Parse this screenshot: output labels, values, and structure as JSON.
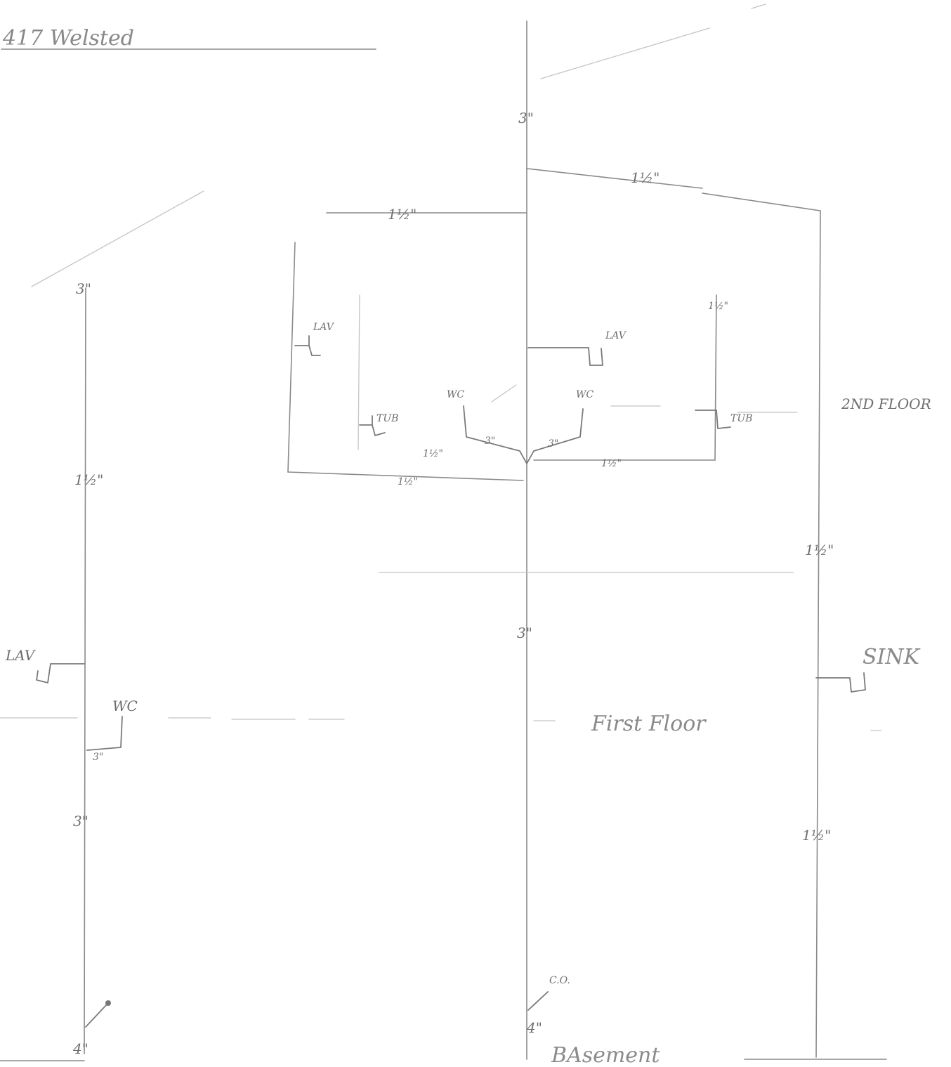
{
  "title": "417 Welsted",
  "labels": {
    "second_floor": "2ND FLOOR",
    "first_floor": "First Floor",
    "basement": "BAsement",
    "lav_upper_left": "LAV",
    "lav_upper_center": "LAV",
    "lav_first_floor": "LAV",
    "wc_left": "WC",
    "wc_right": "WC",
    "wc_first_floor": "WC",
    "tub_left": "TUB",
    "tub_right": "TUB",
    "sink": "SINK",
    "cleanout": "C.O."
  },
  "sizes": {
    "stack_top": "3\"",
    "stack_mid": "3\"",
    "stack_base": "4\"",
    "left_vent_top": "3\"",
    "left_stack_mid": "1½\"",
    "left_stack_lower": "3\"",
    "left_stack_base": "4\"",
    "vent_branch_right": "1½\"",
    "vent_branch_left": "1½\"",
    "wc_branch_left": "3\"",
    "wc_branch_right": "3\"",
    "wc_first_floor": "3\"",
    "tub_branch_left_upper": "1½\"",
    "tub_branch_left_lower": "1½\"",
    "tub_branch_right": "1½\"",
    "tub_vent_right": "1½\"",
    "sink_stack_upper": "1½\"",
    "sink_stack_lower": "1½\""
  }
}
